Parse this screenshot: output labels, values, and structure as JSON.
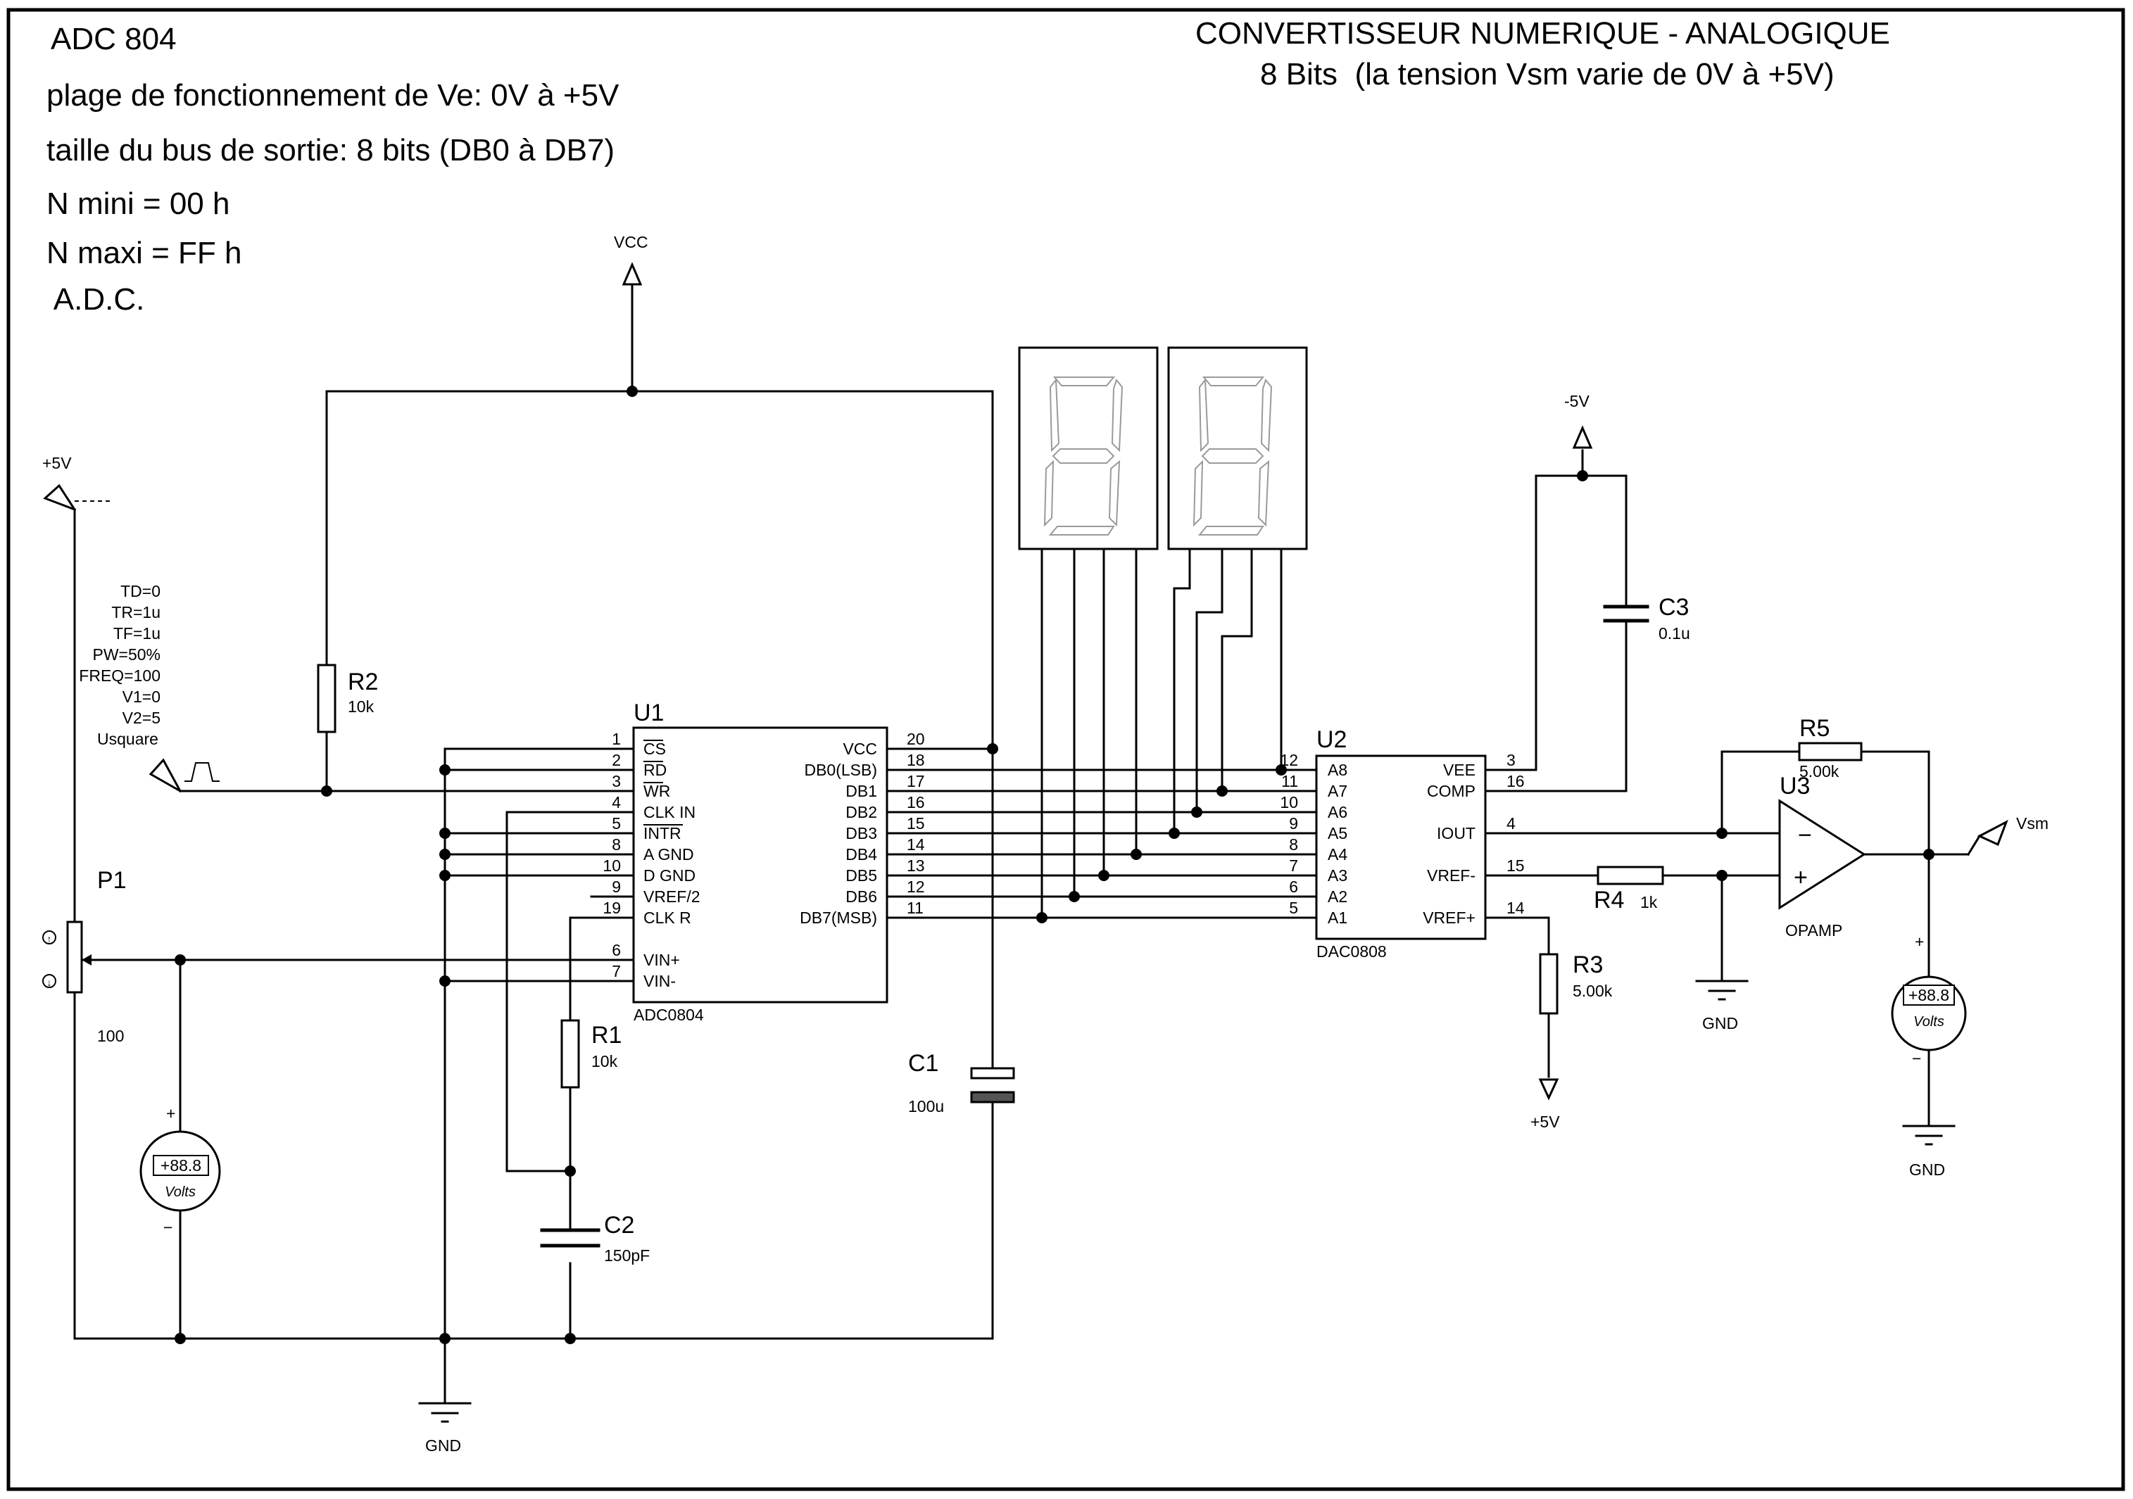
{
  "header": {
    "left_lines": [
      "ADC 804",
      "plage de fonctionnement de Ve: 0V à +5V",
      "taille du bus de sortie: 8 bits (DB0 à DB7)",
      "N mini =  00 h",
      "N maxi = FF h",
      " A.D.C."
    ],
    "title_line1": "CONVERTISSEUR NUMERIQUE - ANALOGIQUE",
    "title_line2": "8 Bits  (la tension Vsm varie de 0V à +5V)"
  },
  "power": {
    "vcc": "VCC",
    "p5v": "+5V",
    "m5v": "-5V",
    "gnd": "GND"
  },
  "source": {
    "label": "Usquare",
    "params": [
      "TD=0",
      "TR=1u",
      "TF=1u",
      "PW=50%",
      "FREQ=100",
      "V1=0",
      "V2=5"
    ]
  },
  "components": {
    "p1": {
      "ref": "P1",
      "value": "100"
    },
    "r1": {
      "ref": "R1",
      "value": "10k"
    },
    "r2": {
      "ref": "R2",
      "value": "10k"
    },
    "r3": {
      "ref": "R3",
      "value": "5.00k"
    },
    "r4": {
      "ref": "R4",
      "value": "1k"
    },
    "r5": {
      "ref": "R5",
      "value": "5.00k"
    },
    "c1": {
      "ref": "C1",
      "value": "100u"
    },
    "c2": {
      "ref": "C2",
      "value": "150pF"
    },
    "c3": {
      "ref": "C3",
      "value": "0.1u"
    },
    "u3": {
      "ref": "U3",
      "name": "OPAMP",
      "minus": "−",
      "plus": "+"
    },
    "vsm": "Vsm"
  },
  "u1": {
    "ref": "U1",
    "name": "ADC0804",
    "left_pins": [
      {
        "num": "1",
        "name": "CS",
        "overbar": true
      },
      {
        "num": "2",
        "name": "RD",
        "overbar": true
      },
      {
        "num": "3",
        "name": "WR",
        "overbar": true
      },
      {
        "num": "4",
        "name": "CLK IN"
      },
      {
        "num": "5",
        "name": "INTR",
        "overbar": true
      },
      {
        "num": "8",
        "name": "A GND"
      },
      {
        "num": "10",
        "name": "D GND"
      },
      {
        "num": "9",
        "name": "VREF/2"
      },
      {
        "num": "19",
        "name": "CLK R"
      },
      {
        "num": "6",
        "name": "VIN+"
      },
      {
        "num": "7",
        "name": "VIN-"
      }
    ],
    "right_pins": [
      {
        "num": "20",
        "name": "VCC"
      },
      {
        "num": "18",
        "name": "DB0(LSB)"
      },
      {
        "num": "17",
        "name": "DB1"
      },
      {
        "num": "16",
        "name": "DB2"
      },
      {
        "num": "15",
        "name": "DB3"
      },
      {
        "num": "14",
        "name": "DB4"
      },
      {
        "num": "13",
        "name": "DB5"
      },
      {
        "num": "12",
        "name": "DB6"
      },
      {
        "num": "11",
        "name": "DB7(MSB)"
      }
    ]
  },
  "u2": {
    "ref": "U2",
    "name": "DAC0808",
    "left_pins": [
      {
        "num": "12",
        "name": "A8"
      },
      {
        "num": "11",
        "name": "A7"
      },
      {
        "num": "10",
        "name": "A6"
      },
      {
        "num": "9",
        "name": "A5"
      },
      {
        "num": "8",
        "name": "A4"
      },
      {
        "num": "7",
        "name": "A3"
      },
      {
        "num": "6",
        "name": "A2"
      },
      {
        "num": "5",
        "name": "A1"
      }
    ],
    "right_pins": [
      {
        "num": "3",
        "name": "VEE"
      },
      {
        "num": "16",
        "name": "COMP"
      },
      {
        "num": "4",
        "name": "IOUT"
      },
      {
        "num": "15",
        "name": "VREF-"
      },
      {
        "num": "14",
        "name": "VREF+"
      }
    ]
  },
  "voltmeters": [
    {
      "reading": "+88.8",
      "unit": "Volts",
      "plus": "+",
      "minus": "−"
    },
    {
      "reading": "+88.8",
      "unit": "Volts",
      "plus": "+",
      "minus": "−"
    }
  ]
}
